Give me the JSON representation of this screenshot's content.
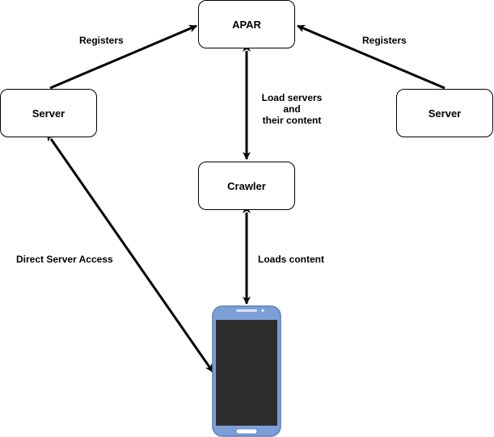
{
  "nodes": {
    "apar": "APAR",
    "server_left": "Server",
    "server_right": "Server",
    "crawler": "Crawler"
  },
  "edges": {
    "server_left_to_apar": "Registers",
    "server_right_to_apar": "Registers",
    "apar_crawler": [
      "Load servers",
      "and",
      "their content"
    ],
    "server_phone": "Direct Server Access",
    "crawler_phone": "Loads content"
  },
  "colors": {
    "phone_body": "#7c9fd8",
    "phone_screen": "#2e2e2e",
    "stroke": "#000000"
  },
  "icons": {
    "phone": "smartphone-icon"
  }
}
